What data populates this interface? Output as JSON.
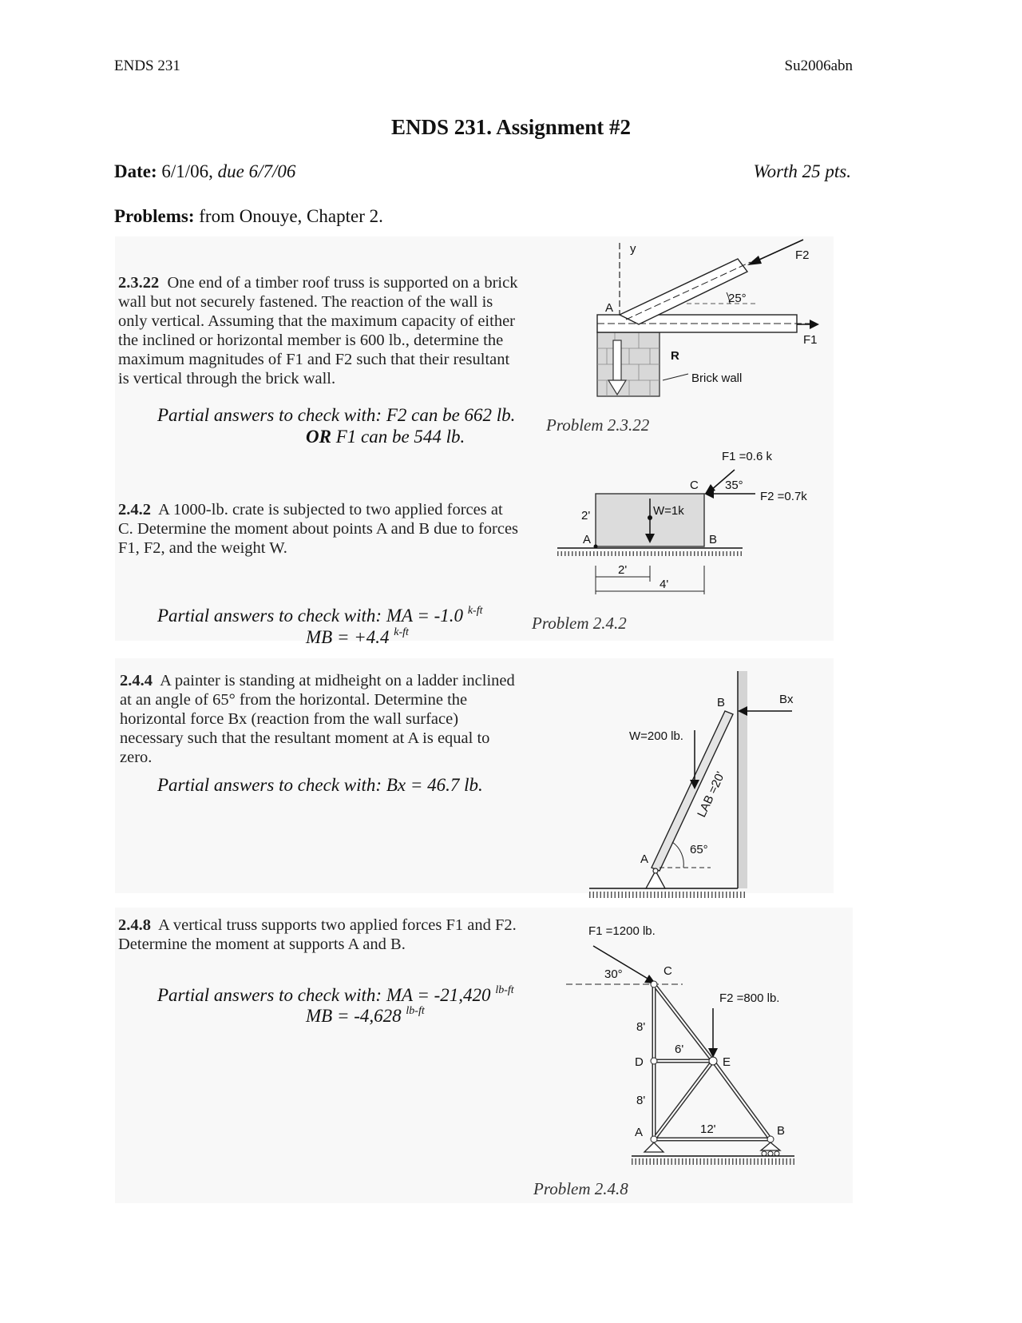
{
  "header": {
    "left": "ENDS 231",
    "right": "Su2006abn"
  },
  "title": "ENDS 231.  Assignment #2",
  "date_row": {
    "label": "Date:",
    "date": "6/1/06,",
    "due": "due 6/7/06",
    "worth": "Worth 25 pts."
  },
  "problems_row": {
    "label": "Problems:",
    "text": "from Onouye, Chapter 2."
  },
  "answer_prefix": "Partial answers to check with:",
  "problems": [
    {
      "number": "2.3.22",
      "statement": "One end of a timber roof truss is supported on a brick wall but not securely fastened. The reaction of the wall is only vertical. Assuming that the maximum capacity of either the inclined or horizontal member is 600 lb., determine the maximum magnitudes of F1 and F2 such that their resultant is vertical through the brick wall.",
      "answer_line1": "F2 can be 662 lb.",
      "answer_or": "OR",
      "answer_line2": "F1 can be 544 lb.",
      "figure_label": "Problem 2.3.22",
      "figure": {
        "y": "y",
        "A": "A",
        "R": "R",
        "angle": "25°",
        "F1": "F1",
        "F2": "F2",
        "wall": "Brick wall"
      }
    },
    {
      "number": "2.4.2",
      "statement": "A 1000-lb. crate is subjected to two applied forces at C. Determine the moment about points A and B due to forces F1, F2, and the weight W.",
      "answer_line1": "MA = -1.0",
      "answer_unit1": "k-ft",
      "answer_line2": "MB = +4.4",
      "answer_unit2": "k-ft",
      "figure_label": "Problem 2.4.2",
      "figure": {
        "F1": "F1 =0.6 k",
        "F2": "F2 =0.7k",
        "angle": "35°",
        "W": "W=1k",
        "C": "C",
        "A": "A",
        "B": "B",
        "h": "2'",
        "d1": "2'",
        "d2": "4'"
      }
    },
    {
      "number": "2.4.4",
      "statement": "A painter is standing at midheight on a ladder inclined at an angle of 65° from the horizontal. Determine the horizontal force Bx (reaction from the wall surface) necessary such that the resultant moment at A is equal to zero.",
      "answer_line1": "Bx = 46.7 lb.",
      "figure": {
        "W": "W=200 lb.",
        "B": "B",
        "Bx": "Bx",
        "L": "LAB =20'",
        "angle": "65°",
        "A": "A"
      }
    },
    {
      "number": "2.4.8",
      "statement": "A vertical truss supports two applied forces F1 and F2. Determine the moment at supports A and B.",
      "answer_line1": "MA = -21,420",
      "answer_unit1": "lb-ft",
      "answer_line2": "MB = -4,628",
      "answer_unit2": "lb-ft",
      "figure_label": "Problem 2.4.8",
      "figure": {
        "F1": "F1 =1200 lb.",
        "F2": "F2 =800 lb.",
        "angle": "30°",
        "C": "C",
        "D": "D",
        "E": "E",
        "A": "A",
        "B": "B",
        "d8a": "8'",
        "d8b": "8'",
        "d6": "6'",
        "d12": "12'"
      }
    }
  ]
}
